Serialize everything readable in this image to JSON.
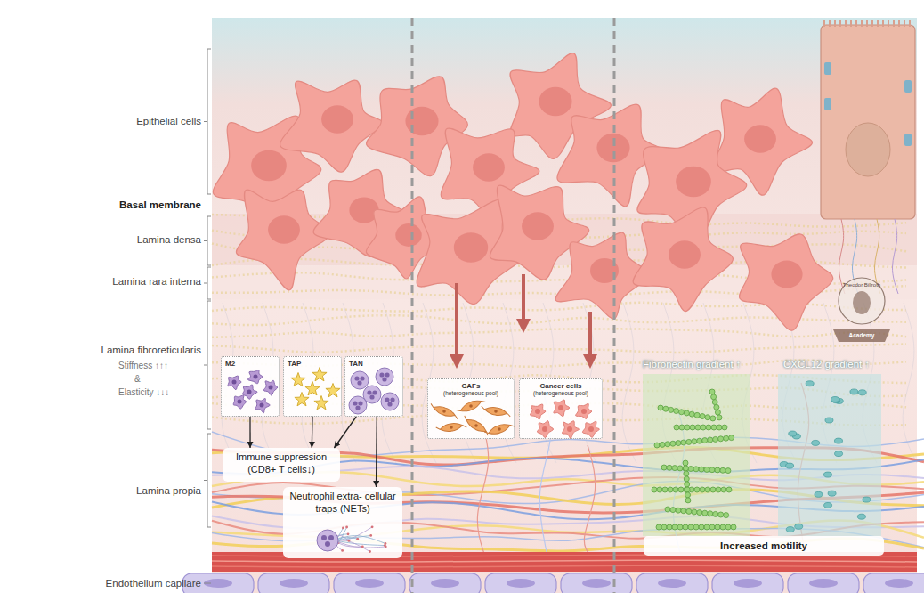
{
  "diagram": {
    "nodes": [
      {
        "text": [
          "M2"
        ]
      },
      {
        "text": [
          "TAP"
        ]
      },
      {
        "text": [
          "TAN"
        ]
      },
      {
        "text": [
          "Immune suppression (CD8+ T cells↓)"
        ]
      },
      {
        "text": [
          "Neutrophil extra- cellular traps (NETs)"
        ]
      },
      {
        "text": [
          "CAFs",
          "(heterogeneous pool)"
        ]
      },
      {
        "text": [
          "Cancer cells",
          "(heterogeneous pool)"
        ]
      },
      {
        "text": [
          "Increased motility"
        ]
      }
    ],
    "edges": [
      {
        "from": 0,
        "to": 3,
        "arrow": "to"
      },
      {
        "from": 1,
        "to": 3,
        "arrow": "to"
      },
      {
        "from": 2,
        "to": 3,
        "arrow": "to"
      },
      {
        "from": 2,
        "to": 4,
        "arrow": "to"
      }
    ],
    "labels": [
      "Epithelial cells",
      "Basal membrane",
      "Lamina densa",
      "Lamina rara interna",
      "Lamina fibroreticularis",
      "Stiffness ↑↑↑",
      "&",
      "Elasticity ↓↓↓",
      "Lamina propia",
      "Endothelium capilare",
      "Fibronectin gradient ↑",
      "CXCL12 gradient ↑",
      "Theodor Billroth",
      "Academy"
    ]
  }
}
